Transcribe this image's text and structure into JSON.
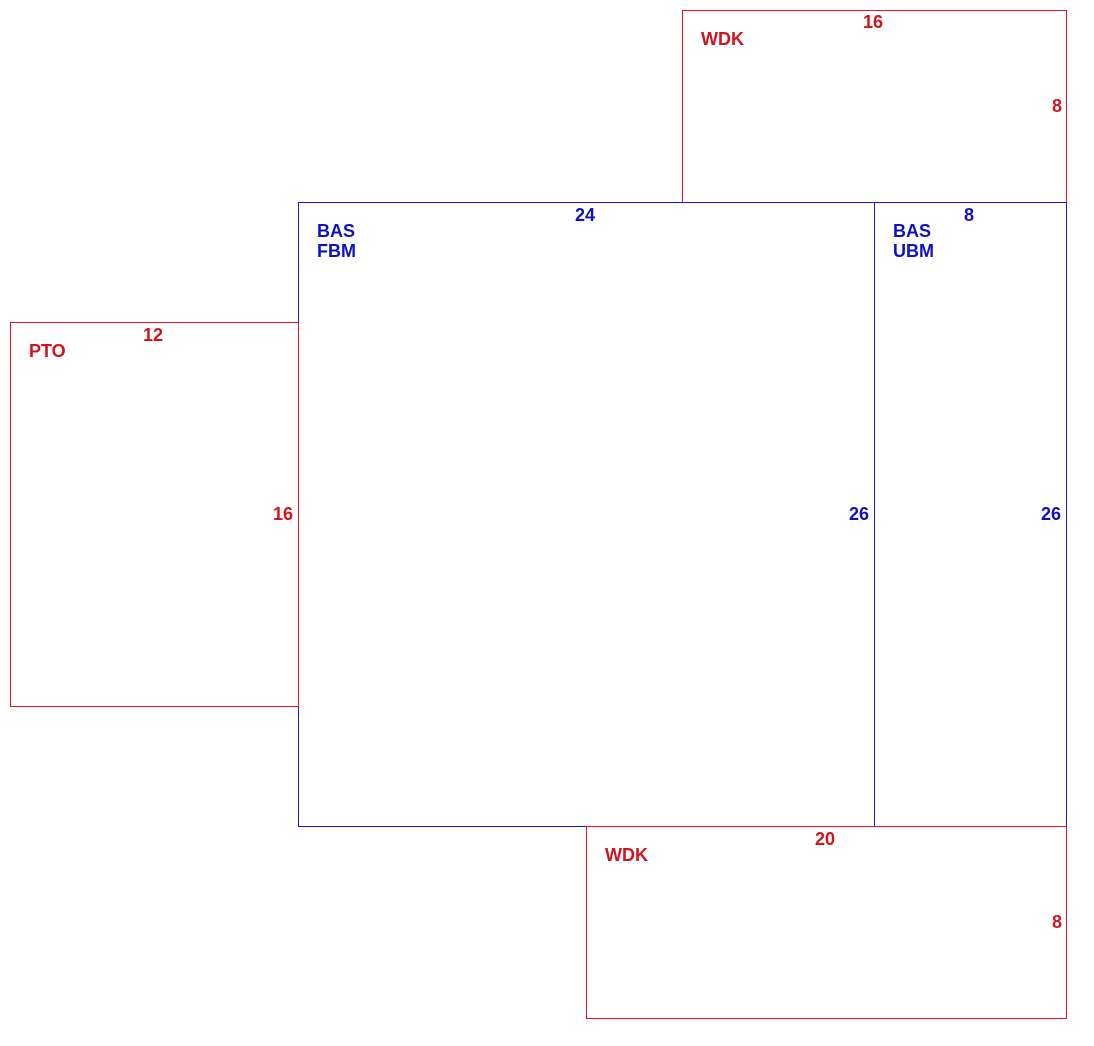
{
  "colors": {
    "red_outline": "#e8141c",
    "red_text": "#d0141c",
    "blue_outline": "#1a14d8",
    "blue_text": "#1010c0",
    "background": "#ffffff"
  },
  "areas": {
    "wdk_top": {
      "code": "WDK",
      "width_label": "16",
      "depth_label": "8"
    },
    "bas_fbm": {
      "code": "BAS",
      "subcode": "FBM",
      "width_label": "24",
      "depth_label": "26"
    },
    "bas_ubm": {
      "code": "BAS",
      "subcode": "UBM",
      "width_label": "8",
      "depth_label": "26"
    },
    "pto": {
      "code": "PTO",
      "width_label": "12",
      "depth_label": "16"
    },
    "wdk_bottom": {
      "code": "WDK",
      "width_label": "20",
      "depth_label": "8"
    }
  }
}
